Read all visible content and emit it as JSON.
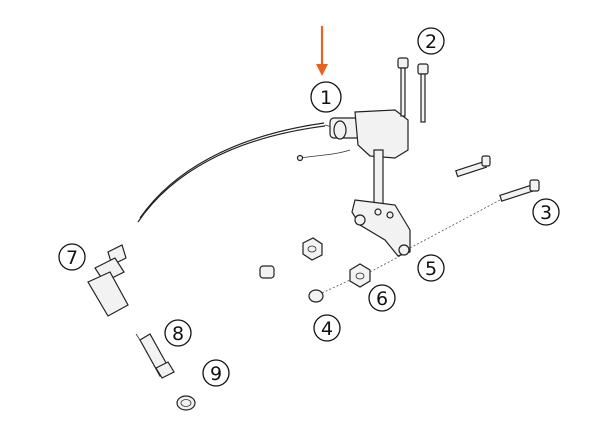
{
  "highlight_color": "#e8641e",
  "callouts": [
    {
      "label": "1",
      "highlighted": true
    },
    {
      "label": "2"
    },
    {
      "label": "3"
    },
    {
      "label": "4"
    },
    {
      "label": "5"
    },
    {
      "label": "6"
    },
    {
      "label": "7"
    },
    {
      "label": "8"
    },
    {
      "label": "9"
    }
  ]
}
